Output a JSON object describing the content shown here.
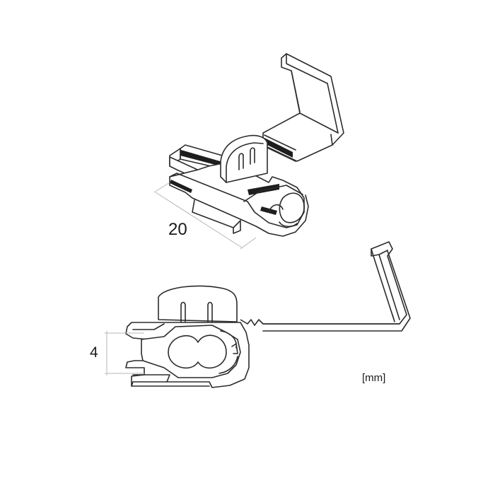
{
  "dimensions": {
    "length_label": "20",
    "width_label": "4",
    "unit_label": "[mm]"
  },
  "colors": {
    "line": "#2b2b2b",
    "dimension_line": "#b7b7b7",
    "background": "#ffffff"
  }
}
